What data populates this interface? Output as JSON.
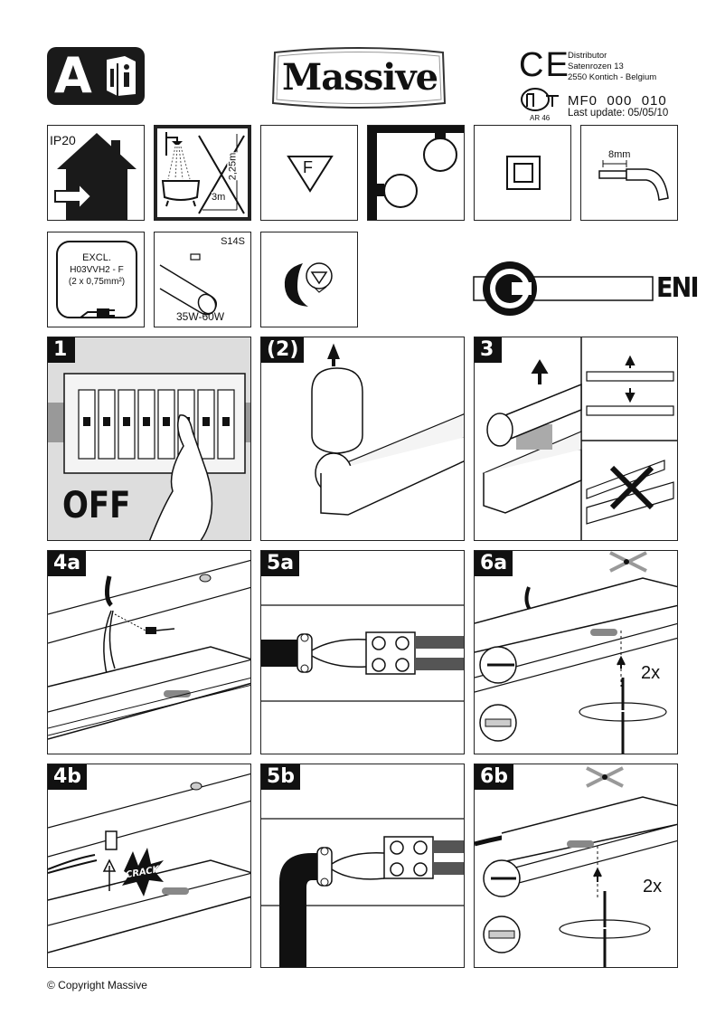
{
  "header": {
    "brand": "Massive",
    "badge_letter": "A",
    "distributor_lines": [
      "Distributor",
      "Satenrozen 13",
      "2550 Kontich - Belgium"
    ],
    "product_code": "MF0  000  010",
    "last_update": "Last update: 05/05/10",
    "ce_mark": "CE",
    "gost_mark": "PCT",
    "gost_code": "AR 46"
  },
  "symbols": {
    "ip_rating": "IP20",
    "bathroom_height": "2,25m",
    "bathroom_distance": "3m",
    "f_mark": "F",
    "strip_length": "8mm",
    "cable_lines": [
      "EXCL.",
      "H03VVH2 - F",
      "(2 x 0,75mm²)"
    ],
    "lamp_base": "S14S",
    "lamp_wattage": "35W-60W",
    "eni_label": "ENI"
  },
  "steps": {
    "s1": "1",
    "s2": "(2)",
    "s3": "3",
    "s4a": "4a",
    "s5a": "5a",
    "s6a": "6a",
    "s4b": "4b",
    "s5b": "5b",
    "s6b": "6b",
    "off_label": "OFF",
    "crack_label": "CRACK",
    "screws_6a": "2x",
    "screws_6b": "2x"
  },
  "footer": {
    "copyright": "© Copyright Massive"
  }
}
